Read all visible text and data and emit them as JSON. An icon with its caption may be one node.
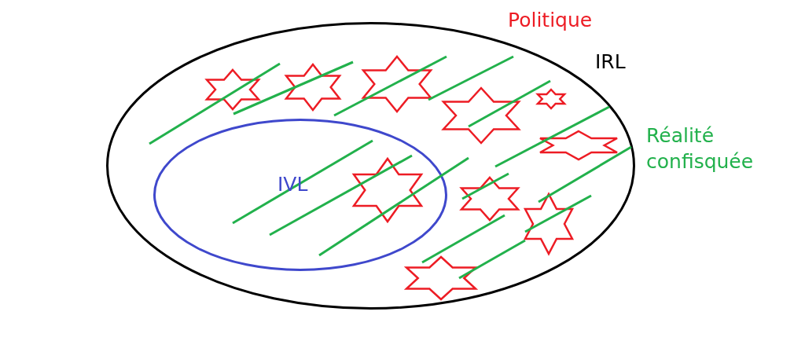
{
  "diagram": {
    "nodes": [
      {
        "text": [
          "IRL"
        ]
      },
      {
        "text": [
          "IVL"
        ],
        "in": 0
      }
    ],
    "labels": [
      "Politique",
      "Réalité confisquée"
    ]
  }
}
